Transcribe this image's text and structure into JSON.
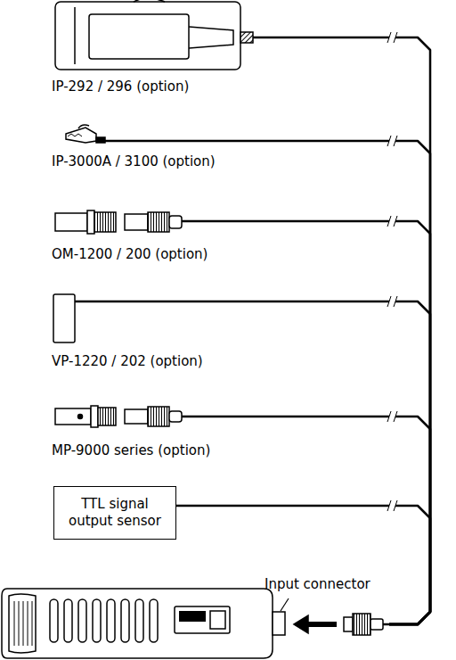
{
  "diagram": {
    "nodes": [
      {
        "text": [
          "IP-292 / 296 (option)"
        ]
      },
      {
        "text": [
          "IP-3000A / 3100 (option)"
        ]
      },
      {
        "text": [
          "OM-1200 / 200 (option)"
        ]
      },
      {
        "text": [
          "VP-1220 / 202 (option)"
        ]
      },
      {
        "text": [
          "MP-9000 series (option)"
        ]
      },
      {
        "text": [
          "TTL signal output sensor"
        ]
      },
      {
        "text": [
          "Input connector"
        ]
      }
    ],
    "edges": [
      {
        "from": 0,
        "to": 6,
        "arrow": "none"
      },
      {
        "from": 1,
        "to": 6,
        "arrow": "none"
      },
      {
        "from": 2,
        "to": 6,
        "arrow": "none"
      },
      {
        "from": 3,
        "to": 6,
        "arrow": "none"
      },
      {
        "from": 4,
        "to": 6,
        "arrow": "none"
      },
      {
        "from": 5,
        "to": 6,
        "arrow": "none"
      }
    ]
  }
}
